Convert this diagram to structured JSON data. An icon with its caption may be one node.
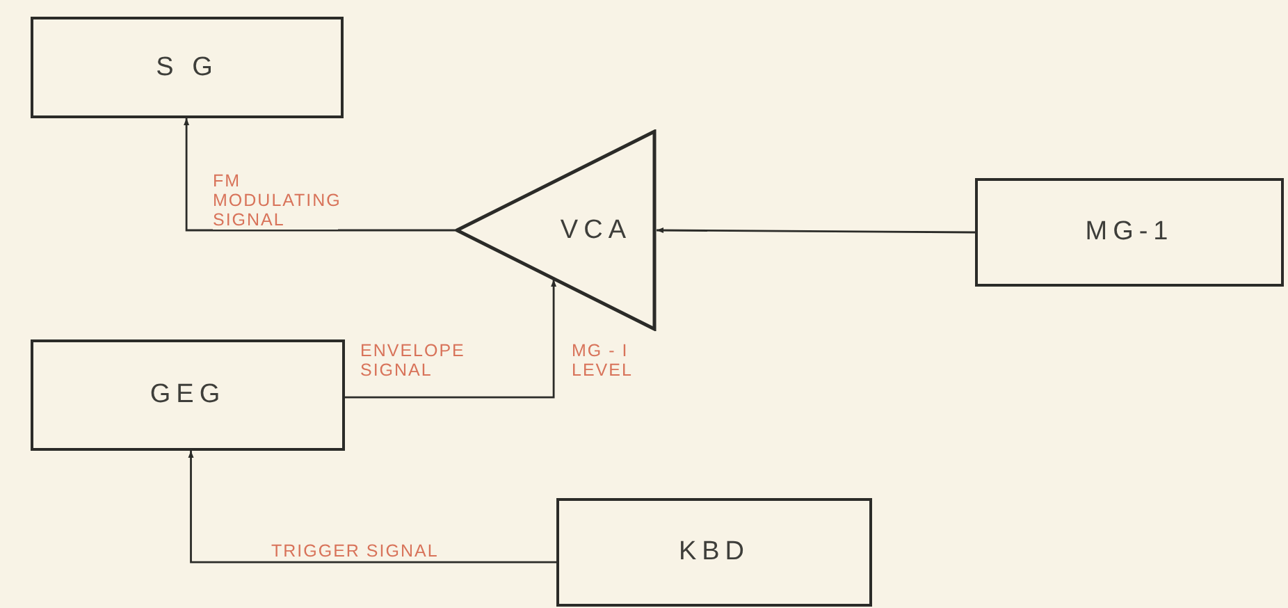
{
  "diagram": {
    "nodes": [
      {
        "text": [
          "S G"
        ]
      },
      {
        "text": [
          "VCA"
        ]
      },
      {
        "text": [
          "MG-1"
        ]
      },
      {
        "text": [
          "GEG"
        ]
      },
      {
        "text": [
          "KBD"
        ]
      }
    ],
    "edges": [
      {
        "from": 1,
        "to": 0,
        "arrow": "to",
        "label": "FM MODULATING SIGNAL"
      },
      {
        "from": 2,
        "to": 1,
        "arrow": "to"
      },
      {
        "from": 3,
        "to": 1,
        "arrow": "to",
        "label": "ENVELOPE SIGNAL"
      },
      {
        "from": 4,
        "to": 3,
        "arrow": "to",
        "label": "TRIGGER SIGNAL"
      }
    ],
    "labels": [
      "MG - I LEVEL"
    ]
  }
}
